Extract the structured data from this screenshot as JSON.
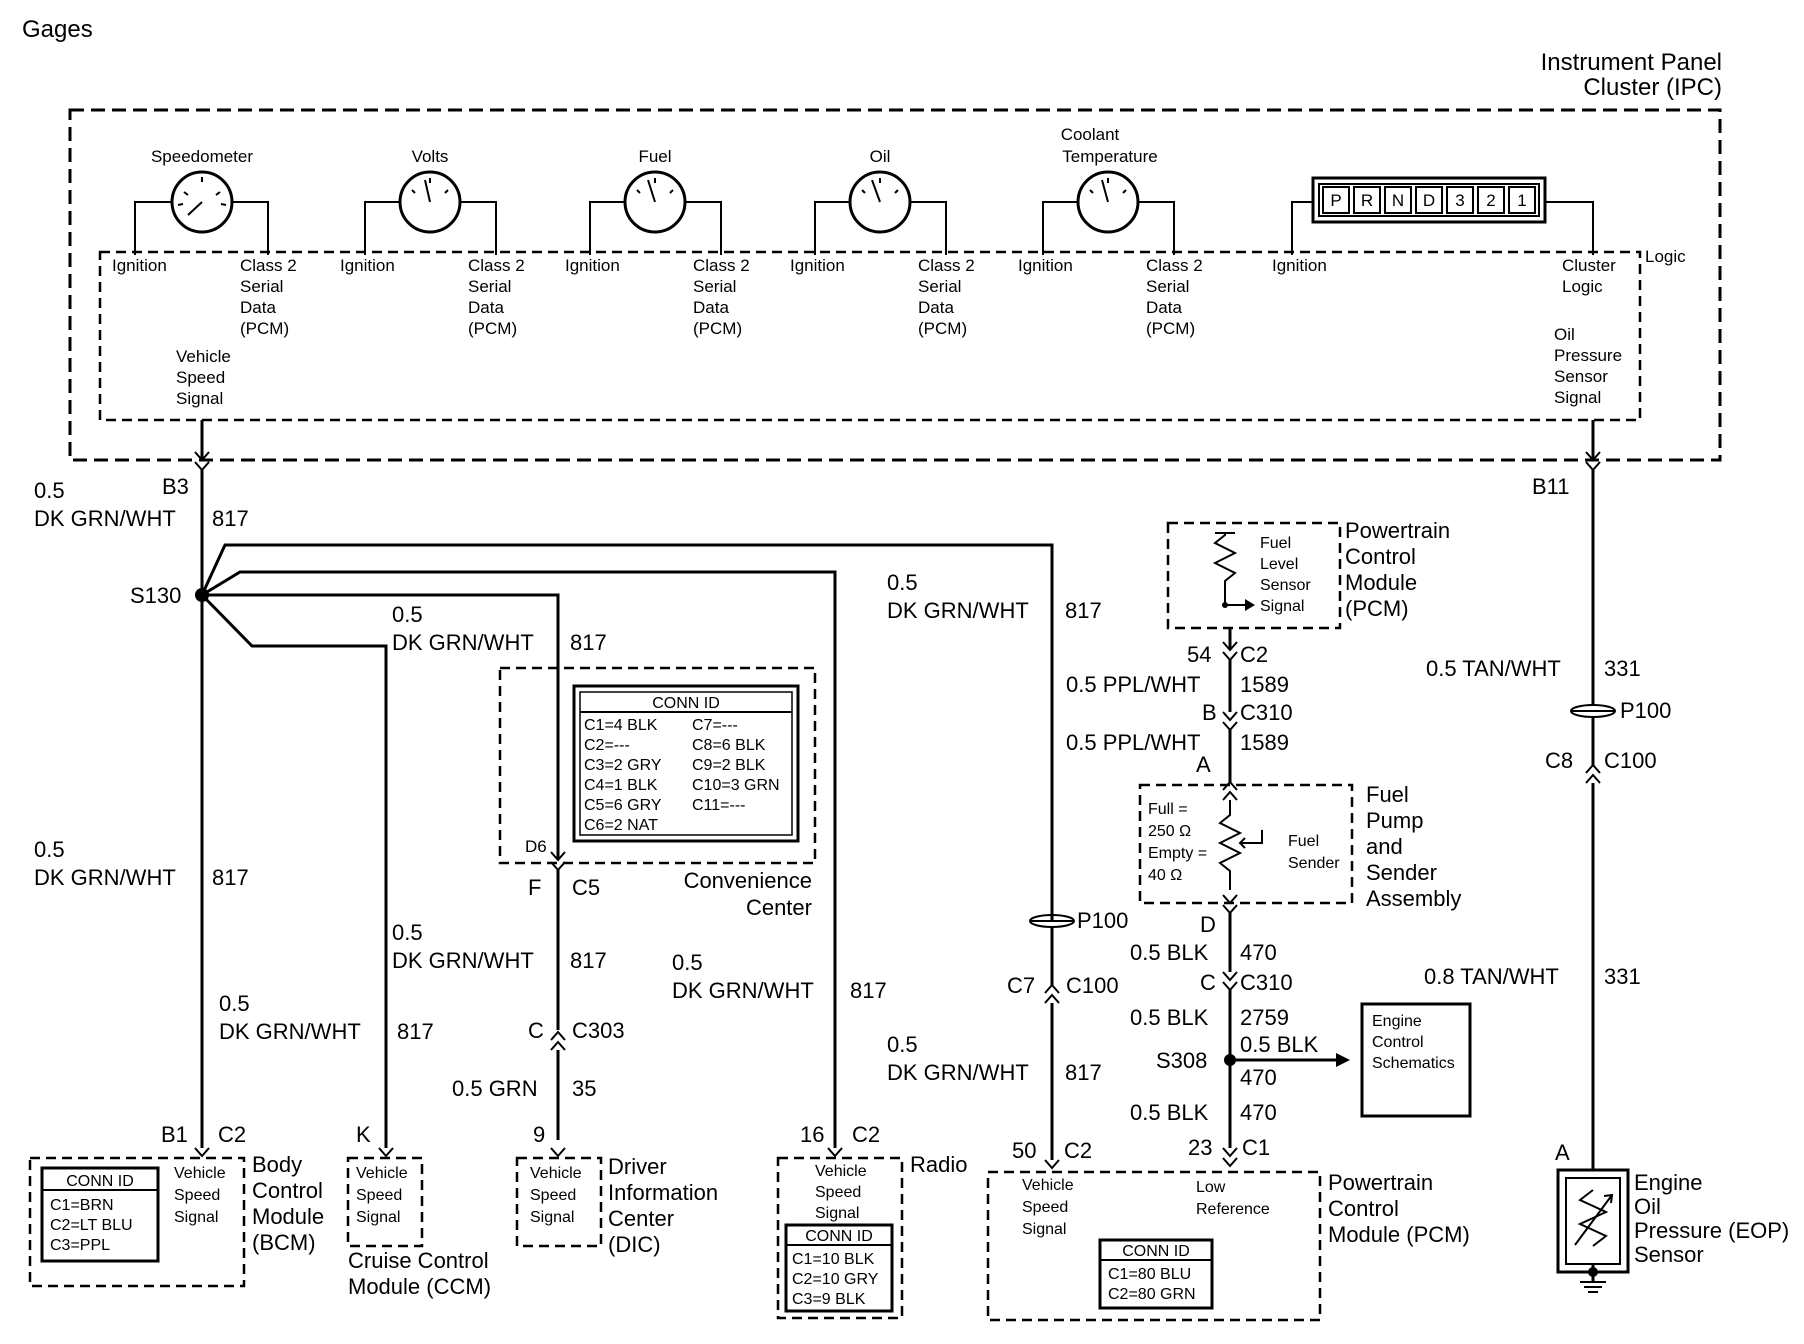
{
  "title": "Gages",
  "ipc": {
    "name_line1": "Instrument Panel",
    "name_line2": "Cluster (IPC)",
    "logic": "Logic",
    "gauges": [
      {
        "label1": "",
        "label2": "Speedometer"
      },
      {
        "label1": "",
        "label2": "Volts"
      },
      {
        "label1": "",
        "label2": "Fuel"
      },
      {
        "label1": "",
        "label2": "Oil"
      },
      {
        "label1": "Coolant",
        "label2": "Temperature"
      }
    ],
    "ignition": "Ignition",
    "serial_data": [
      "Class 2",
      "Serial",
      "Data",
      "(PCM)"
    ],
    "vss": [
      "Vehicle",
      "Speed",
      "Signal"
    ],
    "prnd": [
      "P",
      "R",
      "N",
      "D",
      "3",
      "2",
      "1"
    ],
    "cluster_logic": [
      "Cluster",
      "Logic"
    ],
    "oil_sensor_signal": [
      "Oil",
      "Pressure",
      "Sensor",
      "Signal"
    ]
  },
  "circuits": {
    "gauge": "0.5",
    "color": "DK GRN/WHT",
    "num": "817",
    "b3": "B3",
    "b11": "B11",
    "splice": "S130",
    "tan_gauge": "0.5 TAN/WHT",
    "tan_num": "331",
    "tan_gauge2": "0.8 TAN/WHT",
    "p100": "P100",
    "c8": "C8",
    "c100": "C100",
    "c7": "C7",
    "a": "A"
  },
  "fuel": {
    "pcm": [
      "Powertrain",
      "Control",
      "Module",
      "(PCM)"
    ],
    "sensor": [
      "Fuel",
      "Level",
      "Sensor",
      "Signal"
    ],
    "pin54": "54",
    "c2": "C2",
    "ppl": "0.5 PPL/WHT",
    "ppl_num": "1589",
    "b": "B",
    "c310": "C310",
    "a": "A",
    "assembly": [
      "Fuel",
      "Pump",
      "and",
      "Sender",
      "Assembly"
    ],
    "full_empty": [
      "Full =",
      "250 Ω",
      "Empty =",
      "40 Ω"
    ],
    "sender": [
      "Fuel",
      "Sender"
    ],
    "d": "D",
    "blk": "0.5 BLK",
    "blk_470": "470",
    "c": "C",
    "blk_2759": "2759",
    "s308": "S308",
    "ecs": [
      "Engine",
      "Control",
      "Schematics"
    ],
    "pin23": "23",
    "c1": "C1"
  },
  "convenience": {
    "conn_id": "CONN ID",
    "left": [
      "C1=4 BLK",
      "C2=---",
      "C3=2 GRY",
      "C4=1 BLK",
      "C5=6 GRY",
      "C6=2 NAT"
    ],
    "right": [
      "C7=---",
      "C8=6 BLK",
      "C9=2 BLK",
      "C10=3 GRN",
      "C11=---"
    ],
    "d6": "D6",
    "f": "F",
    "c5": "C5",
    "name": [
      "Convenience",
      "Center"
    ]
  },
  "dic": {
    "c": "C",
    "c303": "C303",
    "grn": "0.5 GRN",
    "grn_num": "35",
    "pin": "9",
    "name": [
      "Driver",
      "Information",
      "Center",
      "(DIC)"
    ]
  },
  "bcm": {
    "b1": "B1",
    "c2": "C2",
    "conn_id": "CONN ID",
    "conn": [
      "C1=BRN",
      "C2=LT BLU",
      "C3=PPL"
    ],
    "name": [
      "Body",
      "Control",
      "Module",
      "(BCM)"
    ]
  },
  "ccm": {
    "k": "K",
    "name1": "Cruise Control",
    "name2": "Module (CCM)"
  },
  "radio": {
    "pin": "16",
    "c2": "C2",
    "name": "Radio",
    "conn_id": "CONN ID",
    "conn": [
      "C1=10 BLK",
      "C2=10 GRY",
      "C3=9 BLK"
    ]
  },
  "pcm2": {
    "pin50": "50",
    "c2": "C2",
    "low_ref": [
      "Low",
      "Reference"
    ],
    "conn_id": "CONN ID",
    "conn": [
      "C1=80 BLU",
      "C2=80 GRN"
    ],
    "name": [
      "Powertrain",
      "Control",
      "Module (PCM)"
    ]
  },
  "eop": {
    "a": "A",
    "name": [
      "Engine",
      "Oil",
      "Pressure (EOP)",
      "Sensor"
    ]
  }
}
